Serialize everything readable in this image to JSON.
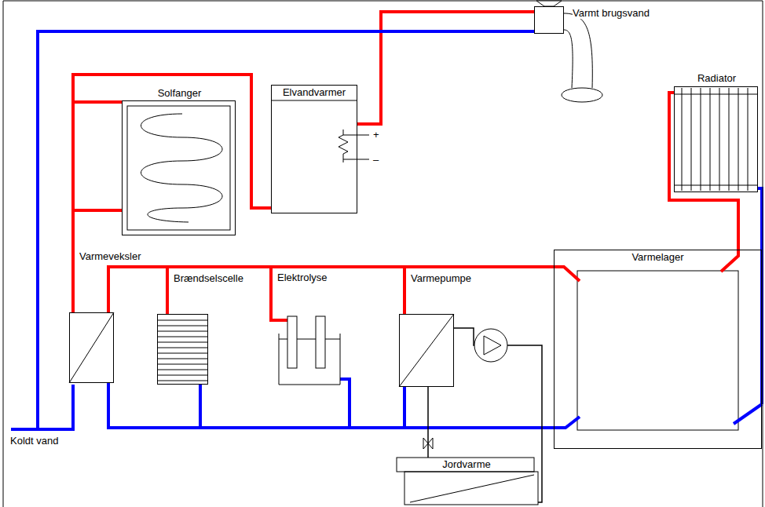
{
  "diagram": {
    "nodes": [
      {
        "text": [
          "Varmt brugsvand"
        ]
      },
      {
        "text": [
          "Solfanger"
        ]
      },
      {
        "text": [
          "Elvandvarmer"
        ]
      },
      {
        "text": [
          "Radiator"
        ]
      },
      {
        "text": [
          "Varmelager"
        ]
      },
      {
        "text": [
          "Varmeveksler"
        ]
      },
      {
        "text": [
          "Brændselscelle"
        ]
      },
      {
        "text": [
          "Elektrolyse"
        ]
      },
      {
        "text": [
          "Varmepumpe"
        ]
      },
      {
        "text": [
          "Jordvarme"
        ]
      }
    ],
    "edges": [
      {
        "from": 5,
        "to": 1,
        "arrow": "none"
      },
      {
        "from": 5,
        "to": 2,
        "arrow": "none"
      },
      {
        "from": 2,
        "to": 0,
        "arrow": "none"
      },
      {
        "from": 5,
        "to": 4,
        "arrow": "none"
      },
      {
        "from": 5,
        "to": 4,
        "arrow": "none"
      },
      {
        "from": 6,
        "to": 4,
        "arrow": "none"
      },
      {
        "from": 6,
        "to": 4,
        "arrow": "none"
      },
      {
        "from": 7,
        "to": 4,
        "arrow": "none"
      },
      {
        "from": 7,
        "to": 4,
        "arrow": "none"
      },
      {
        "from": 8,
        "to": 4,
        "arrow": "none"
      },
      {
        "from": 8,
        "to": 4,
        "arrow": "none"
      },
      {
        "from": 4,
        "to": 3,
        "arrow": "none"
      },
      {
        "from": 3,
        "to": 4,
        "arrow": "none"
      },
      {
        "from": 8,
        "to": 9,
        "arrow": "none"
      },
      {
        "from": 8,
        "to": 9,
        "arrow": "none"
      }
    ],
    "labels": [
      "+",
      "–",
      "Koldt vand"
    ]
  }
}
